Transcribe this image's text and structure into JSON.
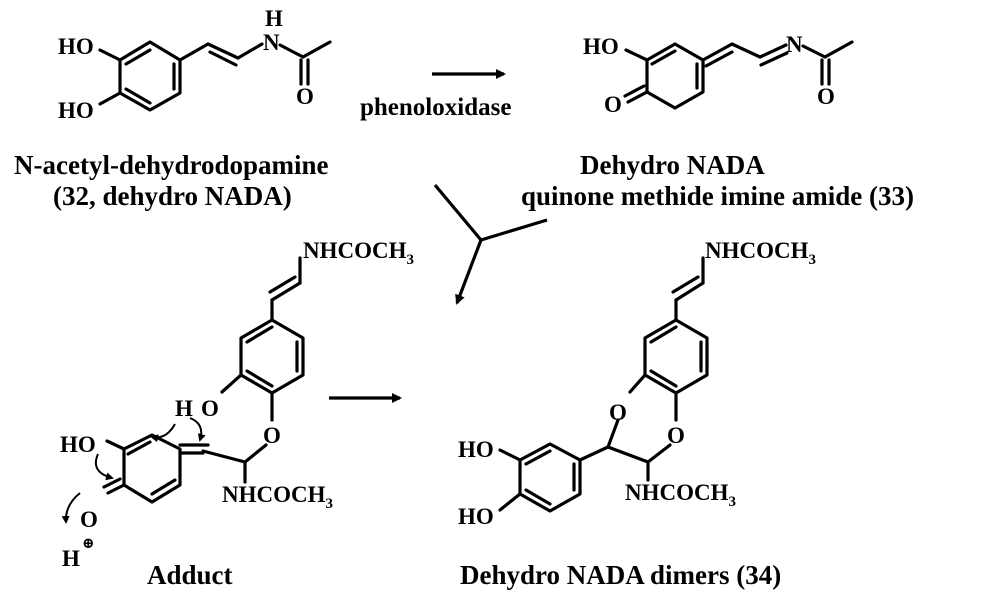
{
  "labels": {
    "ho": "HO",
    "o": "O",
    "n": "N",
    "h": "H",
    "nhcoch": "NHCOCH",
    "sub3": "3",
    "h_plus": "⊕"
  },
  "reagent": "phenoloxidase",
  "captions": {
    "nada_name": "N-acetyl-dehydrodopamine",
    "nada_id": "(32, dehydro NADA)",
    "quinone_name": "Dehydro NADA",
    "quinone_id": "quinone methide imine amide (33)",
    "adduct": "Adduct",
    "dimers": "Dehydro NADA dimers (34)"
  }
}
